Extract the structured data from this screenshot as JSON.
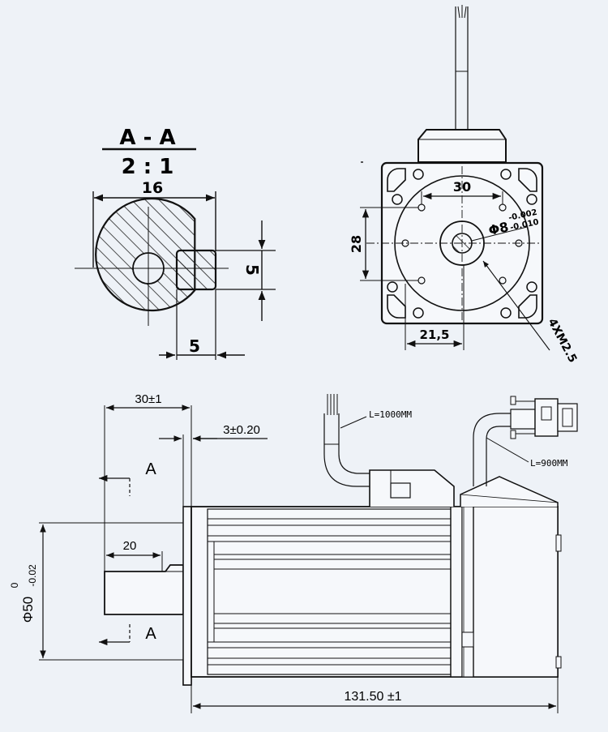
{
  "section": {
    "title": "A - A",
    "scale": "2 : 1"
  },
  "shaft_section": {
    "diameter": "16",
    "key_height": "5",
    "key_width": "5"
  },
  "flange": {
    "pilot_width": "30",
    "pilot_height": "28",
    "offset": "21,5",
    "bore": "Φ8",
    "tol_upper": "-0.002",
    "tol_lower": "-0.010",
    "screws": "4XM2.5"
  },
  "side_view": {
    "shaft_length": "30±1",
    "flange_thickness": "3±0.20",
    "key_length": "20",
    "cut_label_top": "A",
    "cut_label_bottom": "A",
    "pilot_dia": "Φ50",
    "pilot_tol_upper": "0",
    "pilot_tol_lower": "-0.02",
    "motor_cable": "L=1000MM",
    "encoder_cable": "L=900MM",
    "total_length": "131.50 ±1"
  }
}
